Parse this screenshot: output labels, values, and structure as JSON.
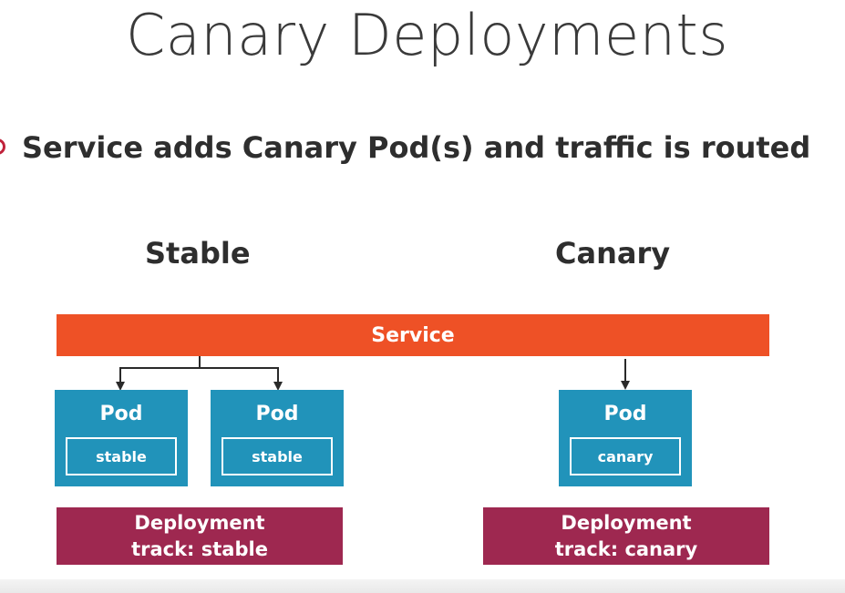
{
  "slide": {
    "title": "Canary Deployments",
    "bullet": "Service adds Canary Pod(s) and traffic is routed"
  },
  "groups": {
    "stable_label": "Stable",
    "canary_label": "Canary"
  },
  "service": {
    "label": "Service",
    "color": "#ee5126"
  },
  "pods": [
    {
      "title": "Pod",
      "label": "stable"
    },
    {
      "title": "Pod",
      "label": "stable"
    },
    {
      "title": "Pod",
      "label": "canary"
    }
  ],
  "deployments": [
    {
      "line1": "Deployment",
      "line2": "track: stable"
    },
    {
      "line1": "Deployment",
      "line2": "track: canary"
    }
  ],
  "colors": {
    "pod": "#2193ba",
    "deployment": "#9e2850",
    "bullet_accent": "#c0223b",
    "text": "#2e2e2e"
  }
}
